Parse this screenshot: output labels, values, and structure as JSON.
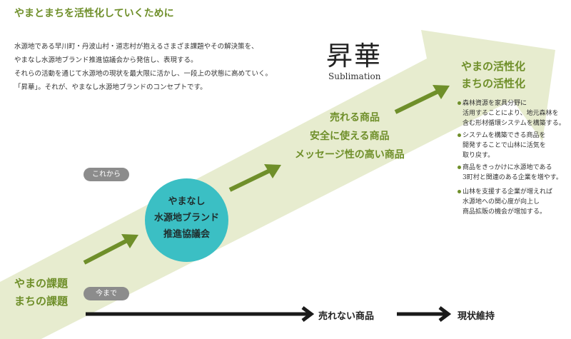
{
  "heading": "やまとまちを活性化していくために",
  "intro_lines": [
    "水源地である早川町・丹波山村・道志村が抱えるさまざま課題やその解決策を、",
    "やまなし水源地ブランド推進協議会から発信し、表現する。",
    "それらの活動を通じて水源地の現状を最大限に活かし、一段上の状態に高めていく。",
    "「昇華」。それが、やまなし水源地ブランドのコンセプトです。"
  ],
  "concept": {
    "title": "昇華",
    "subtitle": "Sublimation"
  },
  "goal": {
    "line1": "やまの活性化",
    "line2": "まちの活性化"
  },
  "products": {
    "line1": "売れる商品",
    "line2": "安全に使える商品",
    "line3": "メッセージ性の高い商品"
  },
  "notes": [
    [
      "森林資源を家具分野に",
      "活用することにより、地元森林を",
      "含む形材循環システムを構築する。"
    ],
    [
      "システムを構築できる商品を",
      "開発することで山林に活気を",
      "取り戻す。"
    ],
    [
      "商品をきっかけに水源地である",
      "3町村と関連のある企業を増やす。"
    ],
    [
      "山林を支援する企業が増えれば",
      "水源地への関心度が向上し",
      "商品拡販の機会が増加する。"
    ]
  ],
  "council": {
    "line1": "やまなし",
    "line2": "水源地ブランド",
    "line3": "推進協議会"
  },
  "labels": {
    "future": "これから",
    "past": "今まで"
  },
  "issues": {
    "line1": "やまの課題",
    "line2": "まちの課題"
  },
  "status_quo": {
    "unsold": "売れない商品",
    "maintain": "現状維持"
  },
  "colors": {
    "accent_green": "#6f8f2a",
    "band": "#e7eccf",
    "circle": "#3bbfc4",
    "pill": "#8c8c8c",
    "black_arrow": "#1a1a1a"
  }
}
